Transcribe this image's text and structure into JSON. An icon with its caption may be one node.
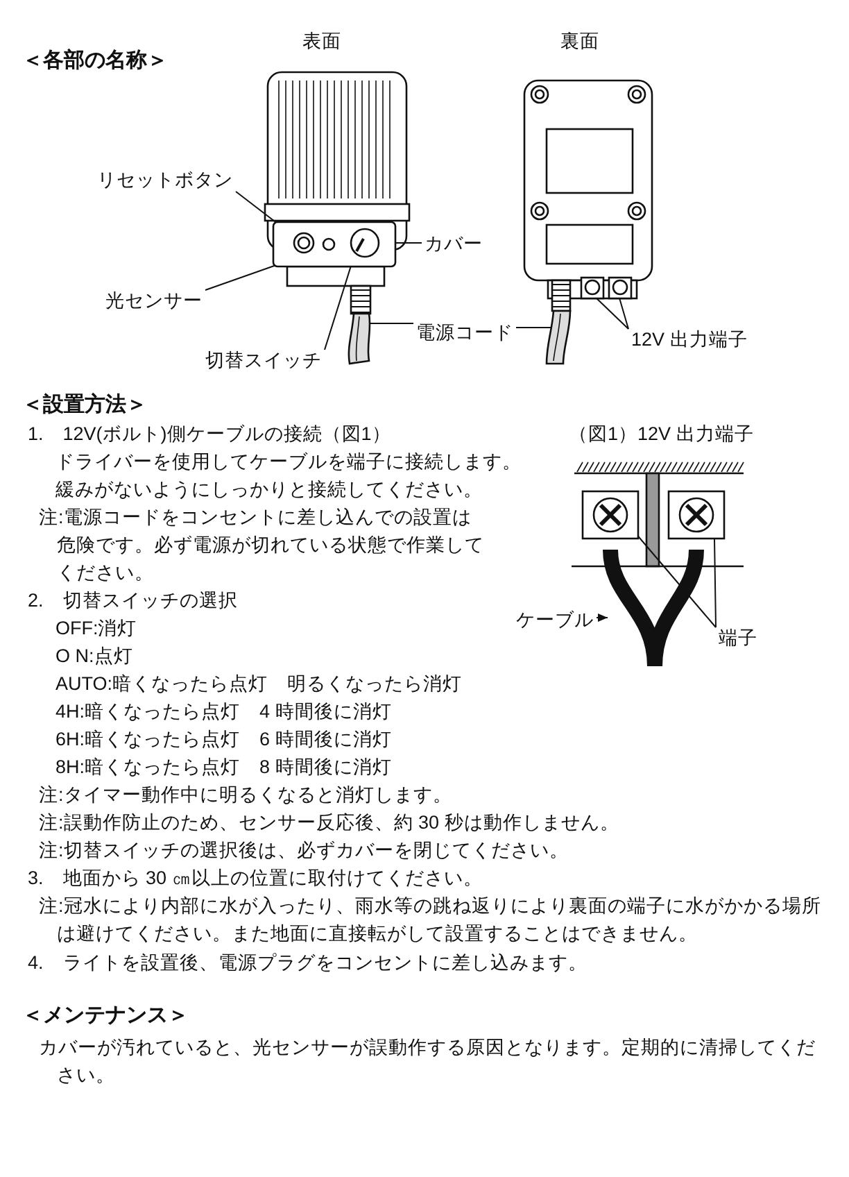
{
  "diagram": {
    "nodes": [
      {
        "text": [
          "リセットボタン"
        ]
      },
      {
        "text": [],
        "shape": "circle",
        "in": 7
      },
      {
        "text": [
          "光センサー"
        ]
      },
      {
        "text": [],
        "shape": "circle",
        "in": 7
      },
      {
        "text": [
          "切替スイッチ"
        ]
      },
      {
        "text": [],
        "shape": "circle",
        "in": 7
      },
      {
        "text": [
          "カバー"
        ]
      },
      {
        "text": [],
        "shape": "box"
      },
      {
        "text": [
          "電源コード"
        ]
      },
      {
        "text": [],
        "shape": "picture"
      },
      {
        "text": [],
        "shape": "picture"
      },
      {
        "text": [
          "12V 出力端子"
        ]
      },
      {
        "text": [],
        "shape": "box"
      },
      {
        "text": [],
        "shape": "box"
      },
      {
        "text": [
          "ケーブル"
        ]
      },
      {
        "text": [],
        "shape": "picture"
      },
      {
        "text": [
          "端子"
        ]
      },
      {
        "text": [],
        "shape": "box"
      },
      {
        "text": [],
        "shape": "box"
      }
    ],
    "edges": [
      {
        "from": 0,
        "to": 1,
        "arrow": "none"
      },
      {
        "from": 2,
        "to": 3,
        "arrow": "none"
      },
      {
        "from": 4,
        "to": 5,
        "arrow": "none"
      },
      {
        "from": 6,
        "to": 7,
        "arrow": "none"
      },
      {
        "from": 8,
        "to": 9,
        "arrow": "none"
      },
      {
        "from": 8,
        "to": 10,
        "arrow": "none"
      },
      {
        "from": 11,
        "to": 12,
        "arrow": "none"
      },
      {
        "from": 11,
        "to": 13,
        "arrow": "none"
      },
      {
        "from": 14,
        "to": 15,
        "arrow": "to"
      },
      {
        "from": 16,
        "to": 17,
        "arrow": "none"
      },
      {
        "from": 16,
        "to": 18,
        "arrow": "none"
      }
    ],
    "labels": [
      "＜各部の名称＞",
      "表面",
      "裏面",
      "＜設置方法＞",
      "1.　12V(ボルト)側ケーブルの接続（図1）",
      "（図1）12V 出力端子",
      "ドライバーを使用してケーブルを端子に接続します。",
      "緩みがないようにしっかりと接続してください。",
      "注:電源コードをコンセントに差し込んでの設置は危険です。必ず電源が切れている状態で作業してください。",
      "2.　切替スイッチの選択",
      "OFF:消灯",
      "O N:点灯",
      "AUTO:暗くなったら点灯　明るくなったら消灯",
      "4H:暗くなったら点灯　4 時間後に消灯",
      "6H:暗くなったら点灯　6 時間後に消灯",
      "8H:暗くなったら点灯　8 時間後に消灯",
      "注:タイマー動作中に明るくなると消灯します。",
      "注:誤動作防止のため、センサー反応後、約 30 秒は動作しません。",
      "注:切替スイッチの選択後は、必ずカバーを閉じてください。",
      "3.　地面から 30 ㎝以上の位置に取付けてください。",
      "注:冠水により内部に水が入ったり、雨水等の跳ね返りにより裏面の端子に水がかかる場所は避けてください。また地面に直接転がして設置することはできません。",
      "4.　ライトを設置後、電源プラグをコンセントに差し込みます。",
      "＜メンテナンス＞",
      "カバーが汚れていると、光センサーが誤動作する原因となります。定期的に清掃してください。"
    ]
  }
}
